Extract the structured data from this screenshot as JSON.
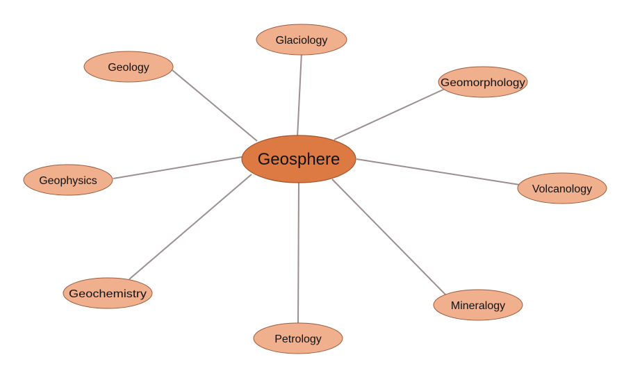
{
  "center": {
    "label": "Geosphere",
    "fill": "#dd7a43"
  },
  "nodes": [
    {
      "id": "glaciology",
      "label": "Glaciology"
    },
    {
      "id": "geomorphology",
      "label": "Geomorphology"
    },
    {
      "id": "volcanology",
      "label": "Volcanology"
    },
    {
      "id": "mineralogy",
      "label": "Mineralogy"
    },
    {
      "id": "petrology",
      "label": "Petrology"
    },
    {
      "id": "geochemistry",
      "label": "Geochemistry"
    },
    {
      "id": "geophysics",
      "label": "Geophysics"
    },
    {
      "id": "geology",
      "label": "Geology"
    }
  ],
  "colors": {
    "node_fill": "#f0b08e",
    "node_stroke": "#9b5a3a",
    "connector": "#9b8e8e"
  }
}
